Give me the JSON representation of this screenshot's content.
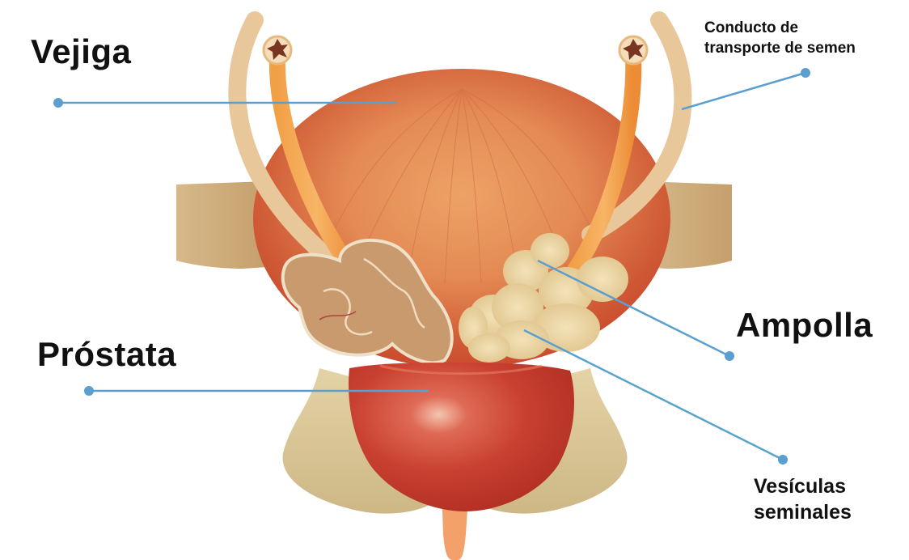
{
  "labels": {
    "bladder": "Vejiga",
    "duct_line1": "Conducto de",
    "duct_line2": "transporte de semen",
    "ampulla": "Ampolla",
    "prostate": "Próstata",
    "vesicles_line1": "Vesículas",
    "vesicles_line2": "seminales"
  },
  "colors": {
    "leader_line": "#5b9fd0",
    "bladder": "#c8452b",
    "bladder_light": "#eda266",
    "prostate": "#c63a2c",
    "duct": "#f39a3e",
    "bone": "#dcc795",
    "seminal_vesicle": "#ead4a0",
    "label_text": "#111111"
  }
}
